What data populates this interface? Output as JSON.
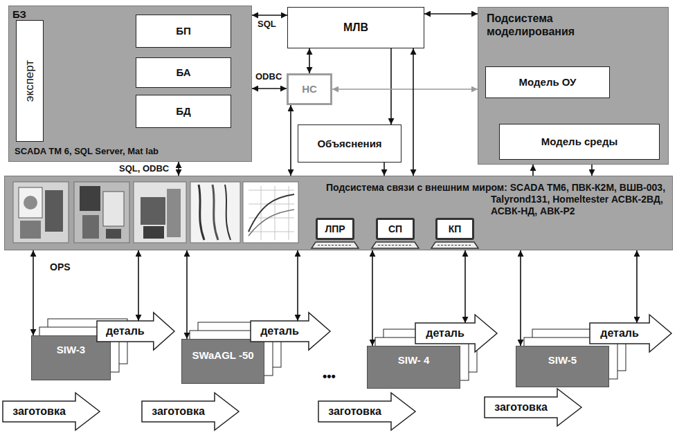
{
  "diagram": {
    "nodes": [
      {
        "text": [
          "БЗ",
          "SCADA TM 6, SQL Server, Mat lab"
        ]
      },
      {
        "text": [
          "эксперт"
        ],
        "in": 0
      },
      {
        "text": [
          "БП"
        ],
        "in": 0
      },
      {
        "text": [
          "БА"
        ],
        "in": 0
      },
      {
        "text": [
          "БД"
        ],
        "in": 0
      },
      {
        "text": [
          "МЛВ"
        ]
      },
      {
        "text": [
          "НС"
        ]
      },
      {
        "text": [
          "Объяснения"
        ]
      },
      {
        "text": [
          "Подсистема моделирования"
        ]
      },
      {
        "text": [
          "Модель ОУ"
        ],
        "in": 8
      },
      {
        "text": [
          "Модель среды"
        ],
        "in": 8
      },
      {
        "text": [
          "Подсистема связи с внешним миром: SCADA TM6, ПВК-К2М, ВШВ-003, Talyrond131, Homeltester АСВК-2ВД, АСВК-НД, АВК-Р2"
        ]
      },
      {
        "text": [
          "ЛПР"
        ],
        "in": 11
      },
      {
        "text": [
          "СП"
        ],
        "in": 11
      },
      {
        "text": [
          "КП"
        ],
        "in": 11
      },
      {
        "text": [
          "SIW-3"
        ]
      },
      {
        "text": [
          "заготовка"
        ]
      },
      {
        "text": [
          "деталь"
        ]
      },
      {
        "text": [
          "SWaAGL -50"
        ]
      },
      {
        "text": [
          "заготовка"
        ]
      },
      {
        "text": [
          "деталь"
        ]
      },
      {
        "text": [
          "SIW- 4"
        ]
      },
      {
        "text": [
          "заготовка"
        ]
      },
      {
        "text": [
          "деталь"
        ]
      },
      {
        "text": [
          "SIW-5"
        ]
      },
      {
        "text": [
          "заготовка"
        ]
      },
      {
        "text": [
          "деталь"
        ]
      }
    ],
    "edges": [
      {
        "from": 0,
        "to": 5,
        "arrow": "both",
        "label": "SQL"
      },
      {
        "from": 0,
        "to": 6,
        "arrow": "both",
        "label": "ODBC"
      },
      {
        "from": 1,
        "to": 2,
        "arrow": "to"
      },
      {
        "from": 1,
        "to": 3,
        "arrow": "to"
      },
      {
        "from": 1,
        "to": 4,
        "arrow": "to"
      },
      {
        "from": 2,
        "to": 3,
        "arrow": "none"
      },
      {
        "from": 3,
        "to": 4,
        "arrow": "none"
      },
      {
        "from": 5,
        "to": 6,
        "arrow": "both"
      },
      {
        "from": 5,
        "to": 7,
        "arrow": "to"
      },
      {
        "from": 5,
        "to": 8,
        "arrow": "both"
      },
      {
        "from": 6,
        "to": 8,
        "arrow": "both"
      },
      {
        "from": 0,
        "to": 11,
        "arrow": "both",
        "label": "SQL, ODBC"
      },
      {
        "from": 6,
        "to": 11,
        "arrow": "both"
      },
      {
        "from": 7,
        "to": 11,
        "arrow": "to"
      },
      {
        "from": 5,
        "to": 11,
        "arrow": "both"
      },
      {
        "from": 11,
        "to": 8,
        "arrow": "to"
      },
      {
        "from": 8,
        "to": 11,
        "arrow": "to"
      },
      {
        "from": 11,
        "to": 15,
        "arrow": "both"
      },
      {
        "from": 11,
        "to": 17,
        "arrow": "both"
      },
      {
        "from": 11,
        "to": 18,
        "arrow": "both"
      },
      {
        "from": 11,
        "to": 20,
        "arrow": "both"
      },
      {
        "from": 11,
        "to": 21,
        "arrow": "both"
      },
      {
        "from": 11,
        "to": 23,
        "arrow": "both"
      },
      {
        "from": 11,
        "to": 24,
        "arrow": "both"
      },
      {
        "from": 11,
        "to": 26,
        "arrow": "both"
      }
    ],
    "labels": [
      "OPS",
      "•••"
    ]
  }
}
